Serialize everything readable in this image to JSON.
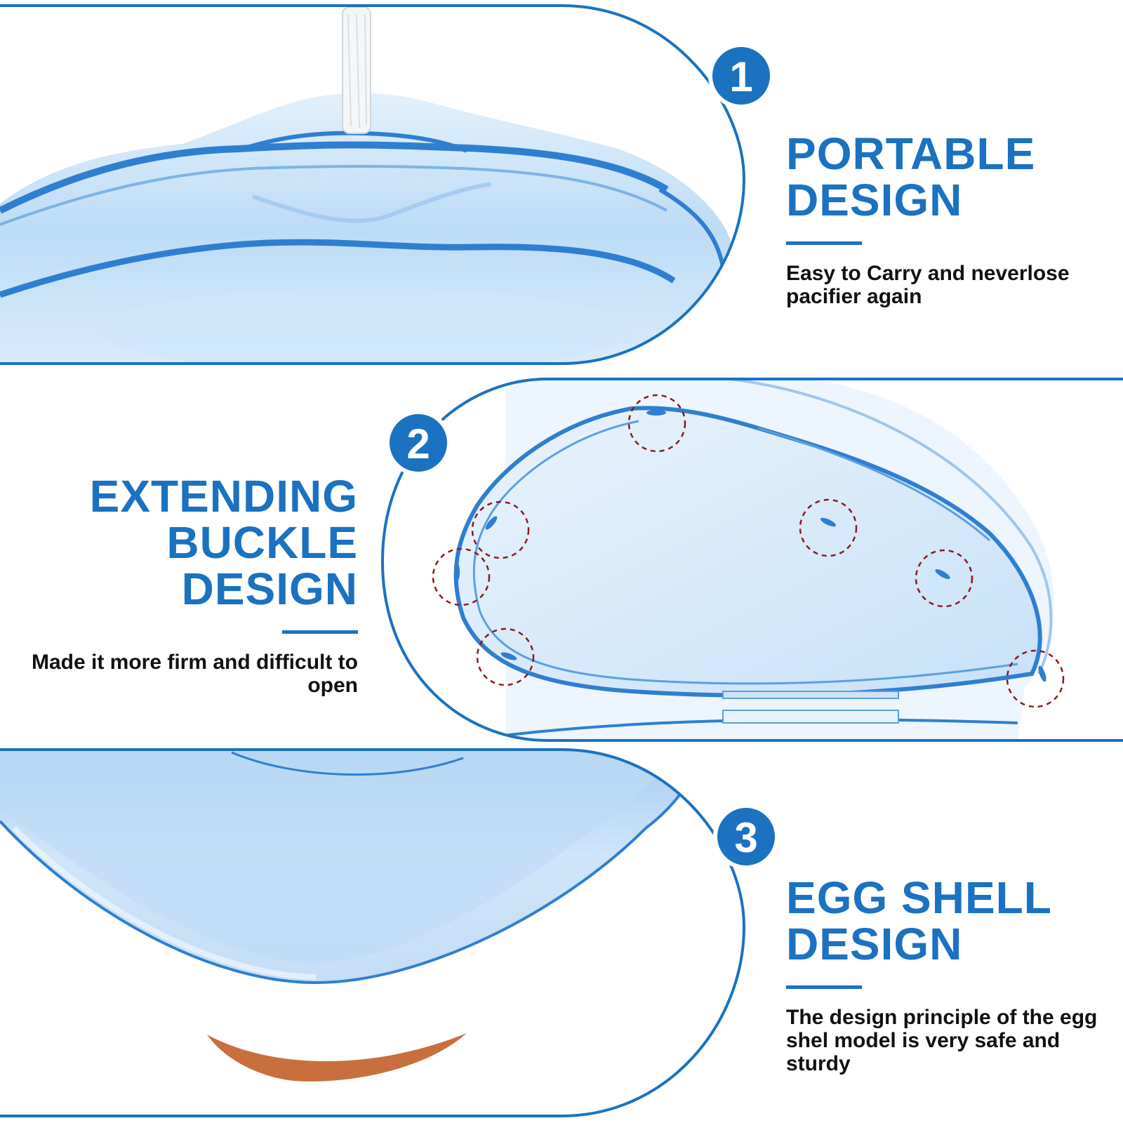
{
  "colors": {
    "accent": "#1a72c0",
    "shell_light": "#d6e9fa",
    "shell_mid": "#a9cff2",
    "shell_edge": "#2e7fd1",
    "marker_ring": "#8b1a1a",
    "text_dark": "#111111"
  },
  "features": [
    {
      "number": "1",
      "title_lines": [
        "PORTABLE",
        "DESIGN"
      ],
      "description": "Easy to Carry and neverlose pacifier again"
    },
    {
      "number": "2",
      "title_lines": [
        "EXTENDING",
        "BUCKLE",
        "DESIGN"
      ],
      "description": "Made it more firm and difficult to open"
    },
    {
      "number": "3",
      "title_lines": [
        "EGG SHELL",
        "DESIGN"
      ],
      "description": "The design principle of the egg shel model is very safe and sturdy"
    }
  ]
}
